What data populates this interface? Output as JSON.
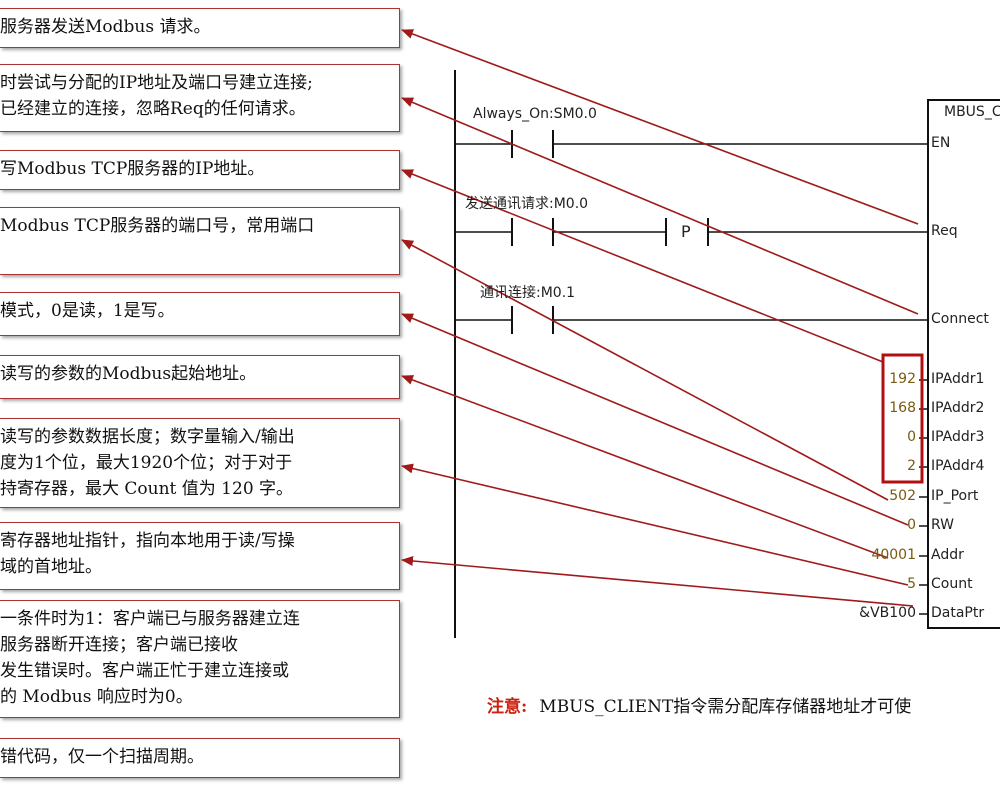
{
  "notes": [
    {
      "lines": [
        "服务器发送Modbus 请求。"
      ]
    },
    {
      "lines": [
        "时尝试与分配的IP地址及端口号建立连接;",
        "已经建立的连接，忽略Req的任何请求。"
      ]
    },
    {
      "lines": [
        "写Modbus TCP服务器的IP地址。"
      ]
    },
    {
      "lines": [
        "Modbus TCP服务器的端口号，常用端口"
      ]
    },
    {
      "lines": [
        "模式，0是读，1是写。"
      ]
    },
    {
      "lines": [
        "读写的参数的Modbus起始地址。"
      ]
    },
    {
      "lines": [
        "读写的参数数据长度；数字量输入/输出",
        "度为1个位，最大1920个位；对于对于",
        "持寄存器，最大 Count 值为 120 字。"
      ]
    },
    {
      "lines": [
        "寄存器地址指针，指向本地用于读/写操",
        "域的首地址。"
      ]
    },
    {
      "lines": [
        "一条件时为1：客户端已与服务器建立连",
        "服务器断开连接；客户端已接收",
        "发生错误时。客户端正忙于建立连接或",
        "的 Modbus 响应时为0。"
      ]
    },
    {
      "lines": [
        "错代码，仅一个扫描周期。"
      ]
    }
  ],
  "rungs": {
    "always_on": "Always_On:SM0.0",
    "send_request": "发送通讯请求:M0.0",
    "p_contact": "P",
    "connect_label": "通讯连接:M0.1"
  },
  "block": {
    "title": "MBUS_C",
    "pins": {
      "en": "EN",
      "req": "Req",
      "connect": "Connect",
      "ipaddr1": "IPAddr1",
      "ipaddr2": "IPAddr2",
      "ipaddr3": "IPAddr3",
      "ipaddr4": "IPAddr4",
      "ip_port": "IP_Port",
      "rw": "RW",
      "addr": "Addr",
      "count": "Count",
      "dataptr": "DataPtr"
    },
    "values": {
      "ipaddr1": "192",
      "ipaddr2": "168",
      "ipaddr3": "0",
      "ipaddr4": "2",
      "ip_port": "502",
      "rw": "0",
      "addr": "40001",
      "count": "5",
      "dataptr": "&VB100"
    }
  },
  "footnote": {
    "heading": "注意:",
    "text": "MBUS_CLIENT指令需分配库存储器地址才可使"
  },
  "colors": {
    "arrow": "#a01a1a",
    "highlight_box": "#b01010",
    "value_text": "#7a5a10"
  }
}
